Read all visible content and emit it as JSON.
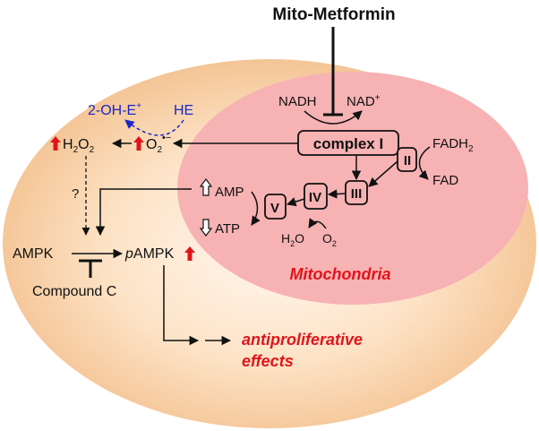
{
  "drug": "Mito-Metformin",
  "complexes": {
    "c1": "complex I",
    "c2": "II",
    "c3": "III",
    "c4": "IV",
    "c5": "V"
  },
  "cofactors": {
    "nadh": "NADH",
    "nad": "NAD",
    "nad_sup": "+",
    "fadh": "FADH",
    "fadh_sub": "2",
    "fad": "FAD"
  },
  "ros": {
    "oh_e": "2-OH-E",
    "oh_e_sup": "+",
    "he": "HE",
    "o2": "O",
    "o2_sub": "2",
    "o2_sup": "•−",
    "h2o2_h": "H",
    "h2o2_o": "O",
    "two": "2"
  },
  "energy": {
    "amp": "AMP",
    "atp": "ATP",
    "h2o": "H",
    "h2o_o": "O",
    "o2": "O",
    "sub2": "2"
  },
  "signaling": {
    "question": "?",
    "ampk": "AMPK",
    "pampk_p": "p",
    "pampk": "AMPK",
    "compound_c": "Compound C"
  },
  "labels": {
    "mitochondria": "Mitochondria",
    "effects_line1": "antiproliferative",
    "effects_line2": "effects"
  },
  "colors": {
    "cell_center": "#fff2e3",
    "cell_edge": "#f2bf8c",
    "mito": "#f7b4b6",
    "red_text": "#e0151b",
    "blue_text": "#1a28c8",
    "up_arrow": "#e0151b"
  }
}
